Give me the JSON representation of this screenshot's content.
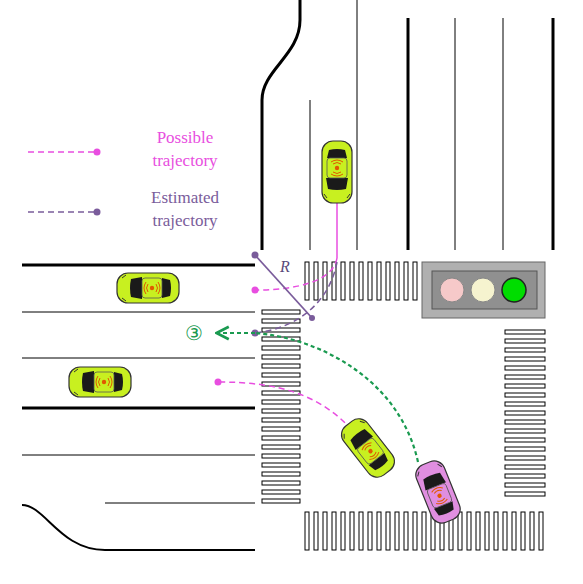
{
  "diagram": {
    "labels": [
      "R",
      "③"
    ],
    "legend": [
      {
        "text": "Possible trajectory"
      },
      {
        "text": "Estimated trajectory"
      }
    ]
  }
}
